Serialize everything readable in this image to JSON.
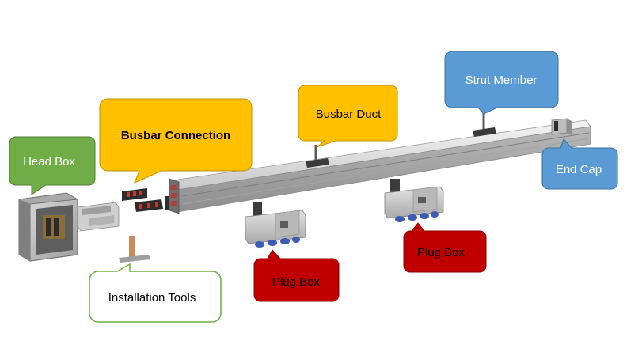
{
  "labels": {
    "head_box": "Head Box",
    "busbar_connection": "Busbar Connection",
    "busbar_duct": "Busbar Duct",
    "strut_member": "Strut Member",
    "end_cap": "End Cap",
    "plug_box_1": "Plug Box",
    "plug_box_2": "Plug Box",
    "installation_tools": "Installation Tools"
  },
  "colors": {
    "green": "#70ad47",
    "yellow": "#ffc000",
    "blue": "#5b9bd5",
    "red": "#c00000",
    "white_outline": "#70ad47"
  }
}
